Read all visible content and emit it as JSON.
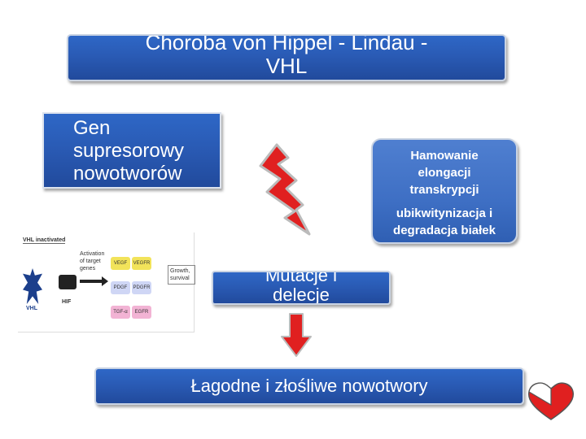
{
  "title": {
    "line1": "Choroba von Hippel - Lindau -",
    "line2": "VHL"
  },
  "gene_box": {
    "line1": "Gen",
    "line2": "supresorowy",
    "line3": "nowotworów"
  },
  "function_box": {
    "line1": "Hamowanie",
    "line2": "elongacji",
    "line3": "transkrypcji",
    "line4": "ubikwitynizacja i",
    "line5": "degradacja białek"
  },
  "mutation_box": {
    "line1": "Mutacje i",
    "line2": "delecje"
  },
  "outcome_box": {
    "label": "Łagodne i złośliwe nowotwory"
  },
  "figure": {
    "header": "VHL inactivated",
    "activation": "Activation of target genes",
    "vhl_label": "VHL",
    "hif_label": "HIF",
    "targets": [
      {
        "name": "VEGF",
        "receptor": "VEGFR"
      },
      {
        "name": "PDGF",
        "receptor": "PDGFR"
      },
      {
        "name": "TGF-α",
        "receptor": "EGFR"
      }
    ],
    "effect": "Growth, survival"
  },
  "colors": {
    "box_blue": "#2a5bb5",
    "arrow_red": "#e02020",
    "heart_red": "#e02020"
  }
}
